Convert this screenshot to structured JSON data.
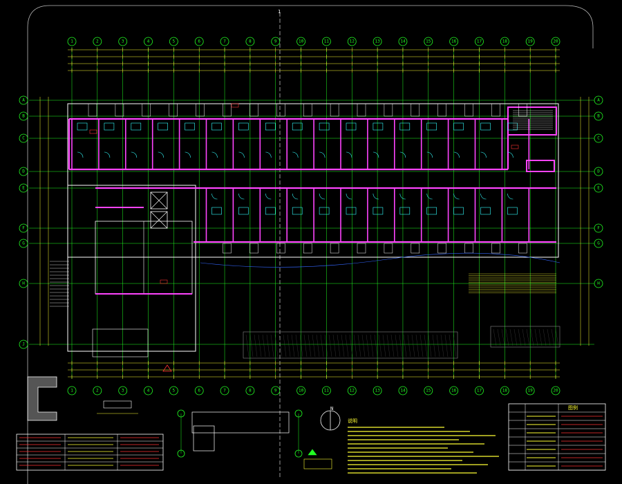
{
  "drawing": {
    "top_marker": "1",
    "columns_top": [
      "1",
      "2",
      "3",
      "4",
      "5",
      "6",
      "7",
      "8",
      "9",
      "10",
      "11",
      "12",
      "13",
      "14",
      "15",
      "16",
      "17",
      "18",
      "19",
      "20"
    ],
    "rows_left": [
      "A",
      "B",
      "C",
      "D",
      "E",
      "F",
      "G",
      "H",
      "J"
    ],
    "rows_right": [
      "A",
      "B",
      "C",
      "D",
      "E",
      "F",
      "G",
      "H"
    ],
    "north_symbol": "N",
    "colors": {
      "grid": "#22ff22",
      "wall": "#ff44ff",
      "dimension": "#ffff33",
      "fixture": "#33ffff",
      "annotation": "#ff3333",
      "outline": "#ffffff"
    }
  },
  "legend_table_right": {
    "title": "图例",
    "rows": [
      "",
      "",
      "",
      "",
      "",
      "",
      ""
    ]
  },
  "legend_table_left": {
    "rows": [
      "",
      "",
      "",
      ""
    ]
  },
  "notes_title": "说明",
  "detail_titles": {
    "detail_1": "",
    "detail_2": "",
    "detail_3": ""
  }
}
